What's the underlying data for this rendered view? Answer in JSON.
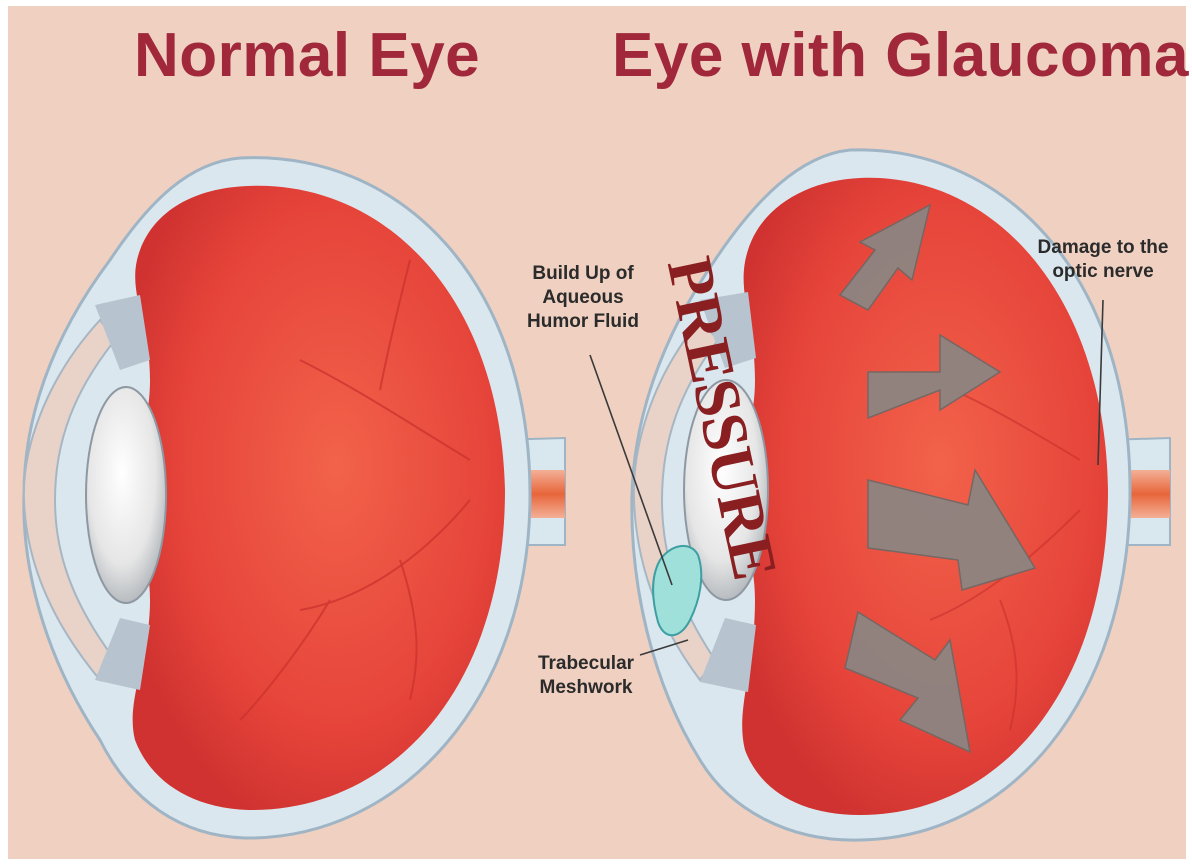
{
  "titles": {
    "normal": "Normal Eye",
    "glaucoma": "Eye with Glaucoma"
  },
  "labels": {
    "buildup": [
      "Build Up of",
      "Aqueous",
      "Humor Fluid"
    ],
    "meshwork": [
      "Trabecular",
      "Meshwork"
    ],
    "damage": [
      "Damage to the",
      "optic nerve"
    ],
    "pressure": "PRESSURE"
  },
  "colors": {
    "background": "#efd0c1",
    "title": "#a0283a",
    "eyeball": "#e8483a",
    "sclera": "#d8e6ee",
    "optic_nerve": "#e8733e",
    "arrow": "#8d8582",
    "pressure_text": "#8a1f22"
  }
}
